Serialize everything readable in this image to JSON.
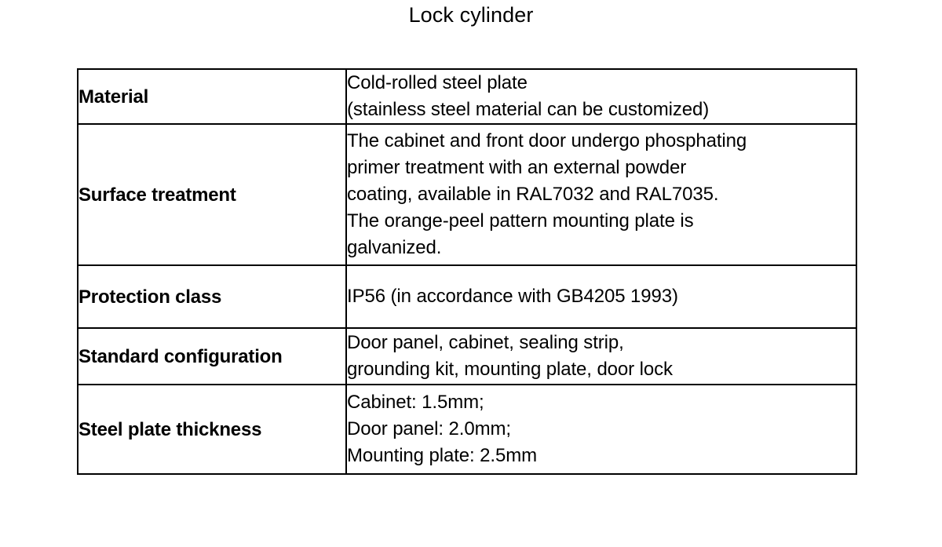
{
  "document": {
    "title": "Lock cylinder"
  },
  "table": {
    "rows": [
      {
        "key": "material",
        "label": "Material",
        "value_lines": [
          "Cold-rolled steel plate",
          "(stainless steel material can be customized)"
        ]
      },
      {
        "key": "surface-treatment",
        "label": "Surface treatment",
        "value_lines": [
          "The cabinet and front door undergo phosphating",
          "primer treatment with an external powder",
          "coating, available in RAL7032 and RAL7035.",
          "The orange-peel pattern mounting plate is",
          "galvanized."
        ]
      },
      {
        "key": "protection-class",
        "label": "Protection class",
        "value_lines": [
          "IP56 (in accordance with GB4205 1993)"
        ]
      },
      {
        "key": "standard-configuration",
        "label": "Standard configuration",
        "value_lines": [
          "Door panel, cabinet, sealing strip,",
          "grounding kit, mounting plate, door lock"
        ]
      },
      {
        "key": "steel-plate-thickness",
        "label": "Steel plate thickness",
        "value_lines": [
          "Cabinet: 1.5mm;",
          "Door panel: 2.0mm;",
          "Mounting plate: 2.5mm"
        ]
      }
    ]
  },
  "colors": {
    "text": "#000000",
    "background": "#ffffff",
    "border": "#000000"
  }
}
